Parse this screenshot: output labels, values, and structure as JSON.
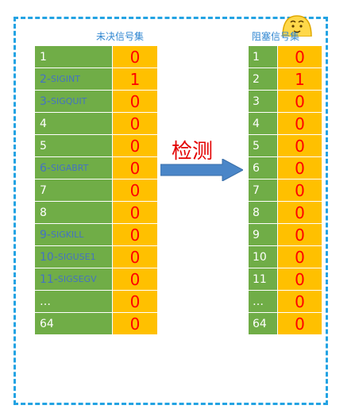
{
  "pending": {
    "title": "未决信号集",
    "rows": [
      {
        "num": "1",
        "sig": "",
        "bit": "0"
      },
      {
        "num": "2-",
        "sig": "SIGINT",
        "bit": "1"
      },
      {
        "num": "3-",
        "sig": "SIGQUIT",
        "bit": "0"
      },
      {
        "num": "4",
        "sig": "",
        "bit": "0"
      },
      {
        "num": "5",
        "sig": "",
        "bit": "0"
      },
      {
        "num": "6-",
        "sig": "SIGABRT",
        "bit": "0"
      },
      {
        "num": "7",
        "sig": "",
        "bit": "0"
      },
      {
        "num": "8",
        "sig": "",
        "bit": "0"
      },
      {
        "num": "9-",
        "sig": "SIGKILL",
        "bit": "0"
      },
      {
        "num": "10-",
        "sig": "SIGUSE1",
        "bit": "0"
      },
      {
        "num": "11-",
        "sig": "SIGSEGV",
        "bit": "0"
      },
      {
        "num": "…",
        "sig": "",
        "bit": "0"
      },
      {
        "num": "64",
        "sig": "",
        "bit": "0"
      }
    ]
  },
  "blocked": {
    "title": "阻塞信号集",
    "rows": [
      {
        "num": "1",
        "bit": "0"
      },
      {
        "num": "2",
        "bit": "1"
      },
      {
        "num": "3",
        "bit": "0"
      },
      {
        "num": "4",
        "bit": "0"
      },
      {
        "num": "5",
        "bit": "0"
      },
      {
        "num": "6",
        "bit": "0"
      },
      {
        "num": "7",
        "bit": "0"
      },
      {
        "num": "8",
        "bit": "0"
      },
      {
        "num": "9",
        "bit": "0"
      },
      {
        "num": "10",
        "bit": "0"
      },
      {
        "num": "11",
        "bit": "0"
      },
      {
        "num": "…",
        "bit": "0"
      },
      {
        "num": "64",
        "bit": "0"
      }
    ]
  },
  "arrow": {
    "label": "检测"
  },
  "colors": {
    "frame": "#23a3e3",
    "id_cell": "#70ad47",
    "bit_cell": "#ffc000",
    "bit_text": "#ff0000",
    "signal_name": "#4472c4",
    "arrow": "#4a86c8",
    "label": "#e30000"
  }
}
